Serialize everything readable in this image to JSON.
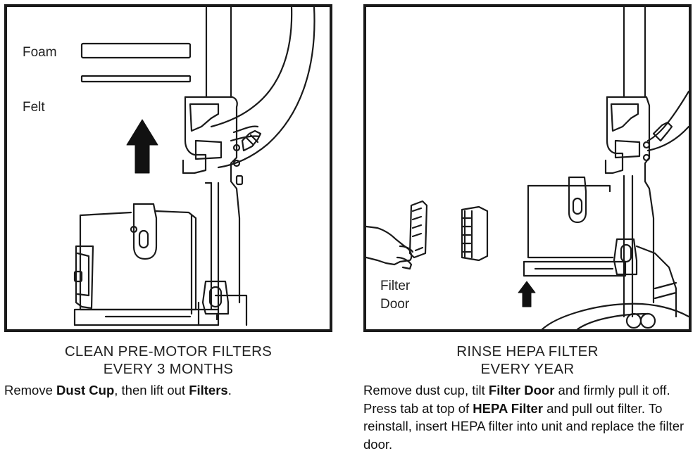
{
  "left": {
    "labels": {
      "foam": "Foam",
      "felt": "Felt"
    },
    "heading": {
      "line1": "CLEAN PRE-MOTOR FILTERS",
      "line2": "EVERY 3 MONTHS"
    },
    "instruction": {
      "t1": "Remove ",
      "b1": "Dust Cup",
      "t2": ", then lift out ",
      "b2": "Filters",
      "t3": "."
    }
  },
  "right": {
    "labels": {
      "filter_door_1": "Filter",
      "filter_door_2": "Door"
    },
    "heading": {
      "line1": "RINSE HEPA FILTER",
      "line2": "EVERY YEAR"
    },
    "instruction": {
      "t1": "Remove dust cup, tilt ",
      "b1": "Filter Door",
      "t2": " and firmly pull it off. Press tab at top of ",
      "b2": "HEPA Filter",
      "t3": " and pull out filter. To reinstall, insert HEPA filter into unit and replace the filter door."
    }
  },
  "colors": {
    "line": "#1a1a1a",
    "background": "#ffffff"
  },
  "icons": [
    "up-arrow-icon",
    "vacuum-illustration",
    "hand-illustration"
  ]
}
